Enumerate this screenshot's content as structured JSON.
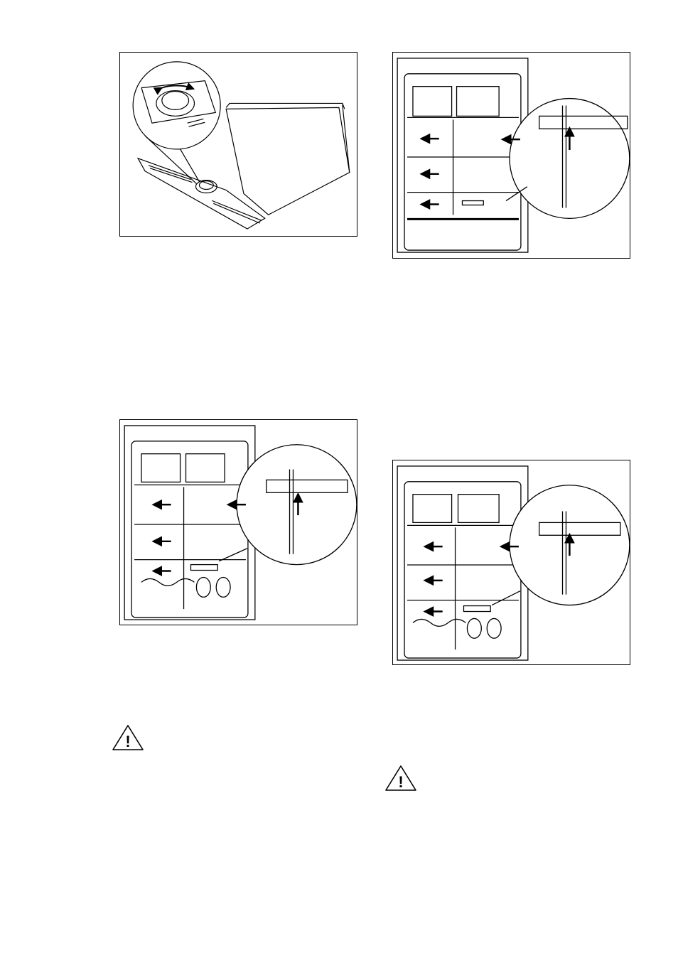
{
  "page": {
    "background": "#ffffff",
    "line_color": "#000000"
  },
  "figures": [
    {
      "id": "shelf-knob",
      "icon": "shelf-adjust-knob-illustration"
    },
    {
      "id": "fridge-a",
      "icon": "fridge-interior-shelf-illustration"
    },
    {
      "id": "fridge-b",
      "icon": "fridge-interior-bottle-rack-illustration"
    },
    {
      "id": "fridge-c",
      "icon": "fridge-interior-bottle-rack-illustration"
    }
  ],
  "warnings": [
    {
      "icon": "warning-triangle-icon",
      "glyph": "!"
    },
    {
      "icon": "warning-triangle-icon",
      "glyph": "!"
    }
  ]
}
